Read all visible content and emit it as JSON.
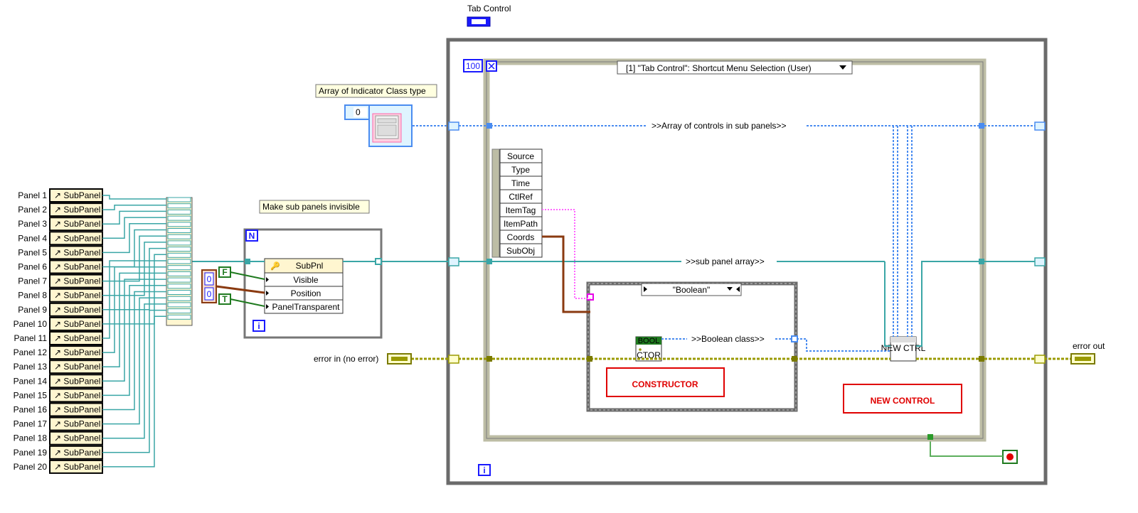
{
  "tab_control": {
    "label": "Tab Control"
  },
  "panels": [
    "Panel 1",
    "Panel 2",
    "Panel 3",
    "Panel 4",
    "Panel 5",
    "Panel 6",
    "Panel 7",
    "Panel 8",
    "Panel 9",
    "Panel 10",
    "Panel 11",
    "Panel 12",
    "Panel 13",
    "Panel 14",
    "Panel 15",
    "Panel 16",
    "Panel 17",
    "Panel 18",
    "Panel 19",
    "Panel 20"
  ],
  "subpanel_ref_label": "SubPanel",
  "labels": {
    "array_of_indicator": "Array of Indicator Class type",
    "make_invisible": "Make sub panels invisible",
    "error_in": "error in (no error)",
    "error_out": "error out",
    "array_controls_wire": ">>Array of controls in sub panels>>",
    "sub_panel_array_wire": ">>sub panel array>>",
    "boolean_class_wire": ">>Boolean class>>"
  },
  "constants": {
    "array_index": "0",
    "wait_ms": "100",
    "zero_a": "0",
    "zero_b": "0",
    "false_const": "F",
    "true_const": "T"
  },
  "property_node": {
    "class": "SubPnl",
    "properties": [
      "Visible",
      "Position",
      "PanelTransparent"
    ]
  },
  "event_structure": {
    "selector": "[1] \"Tab Control\": Shortcut Menu Selection (User)",
    "event_data": [
      "Source",
      "Type",
      "Time",
      "CtlRef",
      "ItemTag",
      "ItemPath",
      "Coords",
      "SubObj"
    ]
  },
  "case_structure": {
    "selector": "\"Boolean\""
  },
  "nodes": {
    "bool_tag": "BOOL",
    "ctor": "CTOR",
    "new_ctrl": "NEW CTRL"
  },
  "annotations": {
    "constructor": "CONSTRUCTOR",
    "new_control": "NEW CONTROL"
  },
  "icons": {
    "for_loop_count": "N",
    "loop_iteration": "i",
    "stop": "stop-button-icon",
    "ref": "reference-icon"
  },
  "colors": {
    "refnum_wire": "#3aa6a6",
    "error_wire": "#9a9a00",
    "class_array_wire": "#4a8cf0",
    "structure_border": "#7a7a7a",
    "annotation": "#e00000",
    "ref_bg": "#fff6d0"
  }
}
